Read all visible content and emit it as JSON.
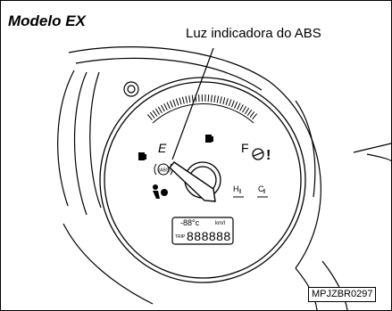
{
  "figure": {
    "variant_title": "Modelo EX",
    "callout_label": "Luz indicadora do ABS",
    "reference_code": "MPJZBR0297"
  },
  "gauge": {
    "fuel_empty_mark": "E",
    "fuel_full_mark": "F",
    "temp_hot_mark": "H",
    "temp_cold_mark": "C",
    "abs_lamp_text": "(ABS)",
    "low_fuel_warning_symbol": "!",
    "odometer_temp_readout": "-88°c",
    "odometer_unit": "km/l",
    "trip_label": "TRIP",
    "odometer_digits": "888888"
  },
  "icons": [
    "fuel-pump-icon",
    "abs-warning-lamp-icon",
    "airbag-warning-icon",
    "low-fuel-warning-icon",
    "temperature-hot-icon",
    "temperature-cold-icon",
    "gear-dial-icon"
  ]
}
